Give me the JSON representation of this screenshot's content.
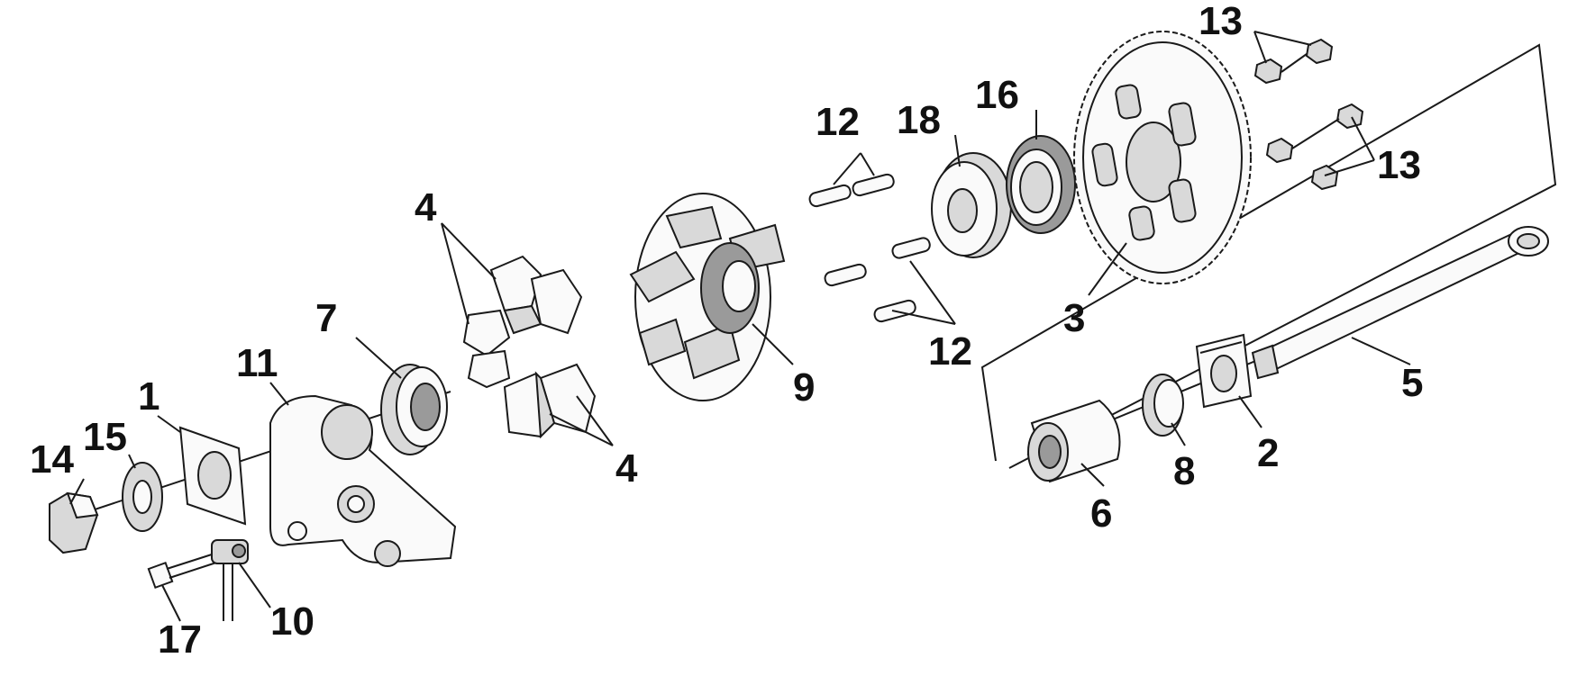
{
  "diagram": {
    "labels": {
      "l1": "1",
      "l2": "2",
      "l3": "3",
      "l4a": "4",
      "l4b": "4",
      "l5": "5",
      "l6": "6",
      "l7": "7",
      "l8": "8",
      "l9": "9",
      "l10": "10",
      "l11": "11",
      "l12a": "12",
      "l12b": "12",
      "l13a": "13",
      "l13b": "13",
      "l14": "14",
      "l15": "15",
      "l16": "16",
      "l17": "17",
      "l18": "18"
    }
  }
}
